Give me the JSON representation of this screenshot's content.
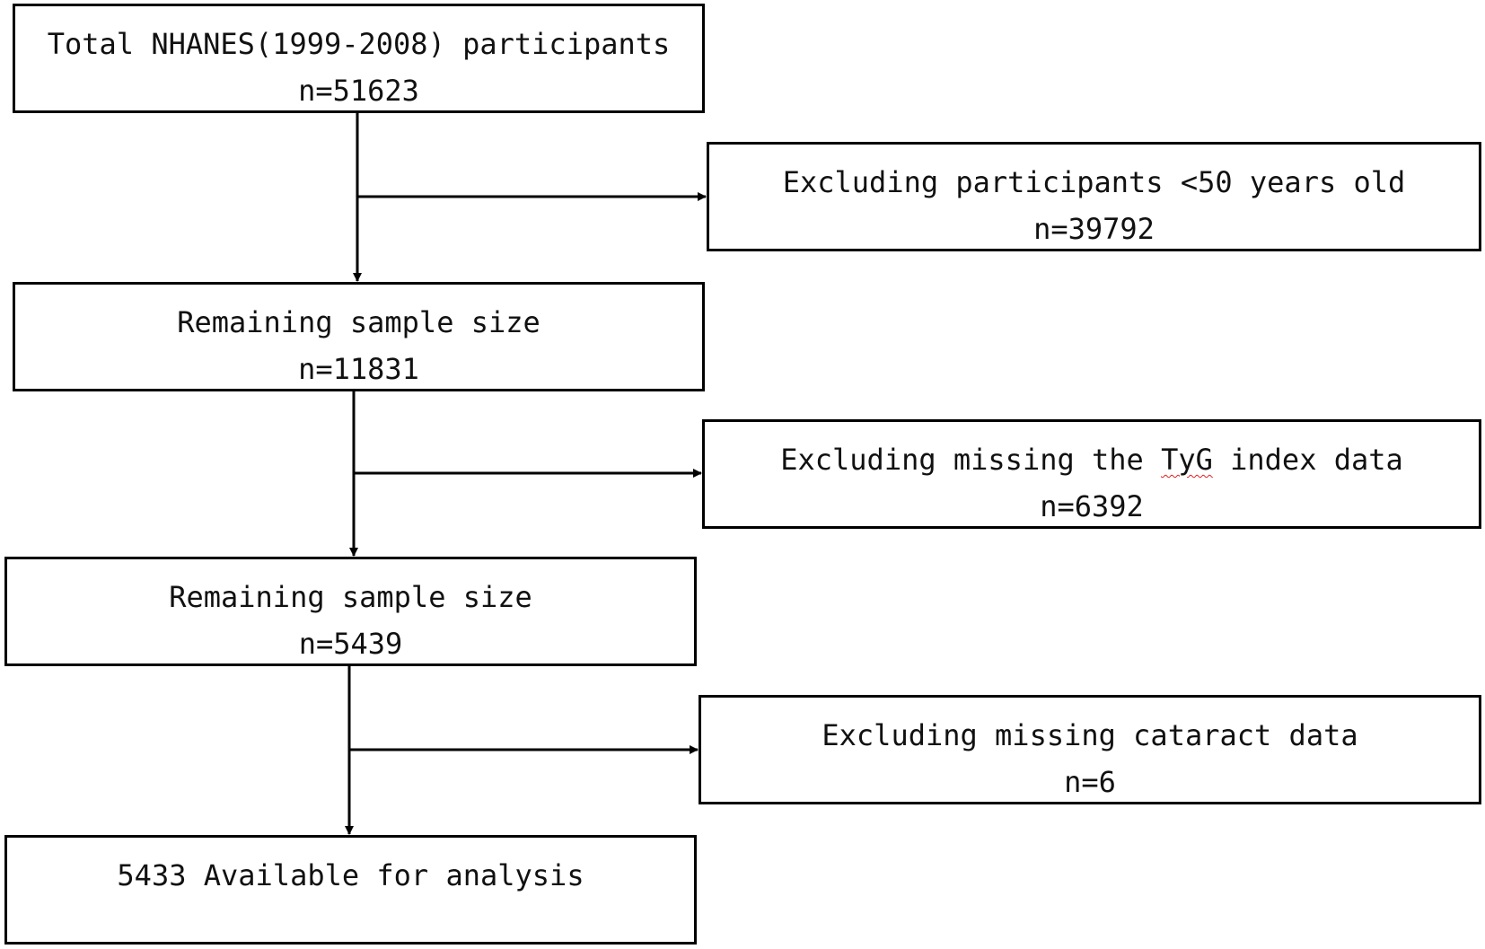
{
  "boxes": {
    "total": {
      "label": "Total NHANES(1999-2008) participants",
      "count": "n=51623"
    },
    "exclude_age": {
      "label_before": "Excluding participants ",
      "label_after": "<50 years old",
      "count": "n=39792"
    },
    "remaining_1": {
      "label": "Remaining sample size",
      "count": "n=11831"
    },
    "exclude_tyg": {
      "label_before": "Excluding missing the ",
      "label_flagged": "TyG",
      "label_after": " index data",
      "count": "n=6392"
    },
    "remaining_2": {
      "label": "Remaining sample size",
      "count": "n=5439"
    },
    "exclude_cataract": {
      "label": "Excluding missing cataract data",
      "count": "n=6"
    },
    "final": {
      "label": "5433 Available for analysis"
    }
  },
  "colors": {
    "border": "#000000",
    "text": "#111111",
    "spellcheck_underline": "#e02020"
  }
}
